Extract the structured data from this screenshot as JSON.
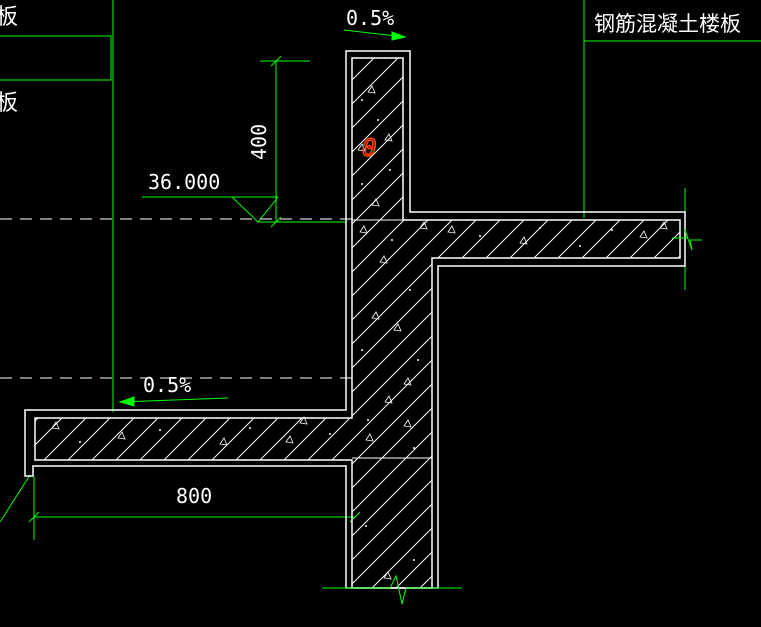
{
  "colors": {
    "background": "#000000",
    "section_outline": "#ffffff",
    "dimension_line": "#00ff00",
    "hatch": "#ffffff",
    "annotation_text": "#ffffff",
    "markup": "#ff4400"
  },
  "labels": {
    "top_left_fragment": "板",
    "left_fragment": "板",
    "floor_slab": "钢筋混凝土楼板",
    "slope_top": "0.5%",
    "slope_bottom": "0.5%",
    "elevation": "36.000",
    "dim_height": "400",
    "dim_width": "800"
  },
  "markup": {
    "glyph": "0"
  }
}
